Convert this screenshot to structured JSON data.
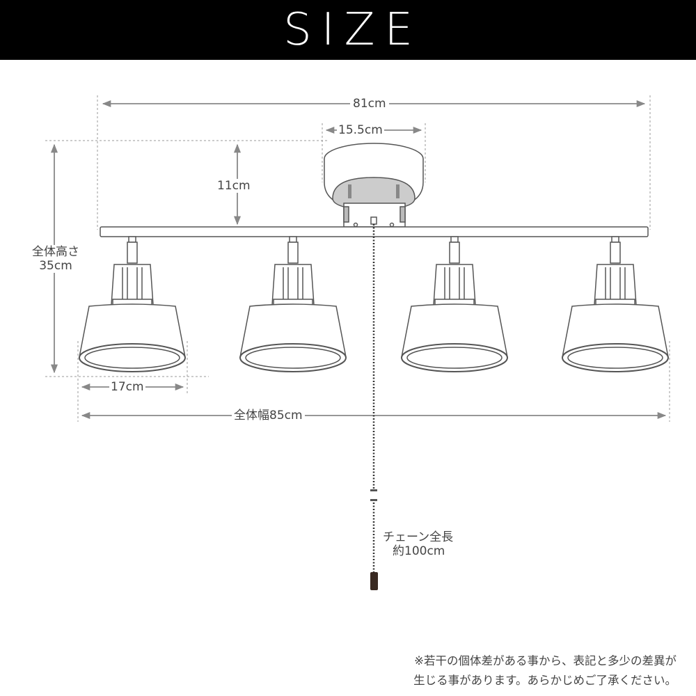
{
  "header": {
    "title": "SIZE"
  },
  "dimensions": {
    "total_span": "81cm",
    "base_width": "15.5cm",
    "base_height": "11cm",
    "total_height_label": "全体高さ",
    "total_height_value": "35cm",
    "shade_width": "17cm",
    "total_width": "全体幅85cm"
  },
  "chain": {
    "label": "チェーン全長",
    "length": "約100cm"
  },
  "footnote": {
    "line1": "※若干の個体差がある事から、表記と多少の差異が",
    "line2": "生じる事があります。あらかじめご了承ください。"
  },
  "colors": {
    "header_bg": "#000000",
    "line": "#555555",
    "dashed": "#888888",
    "text": "#444444"
  }
}
